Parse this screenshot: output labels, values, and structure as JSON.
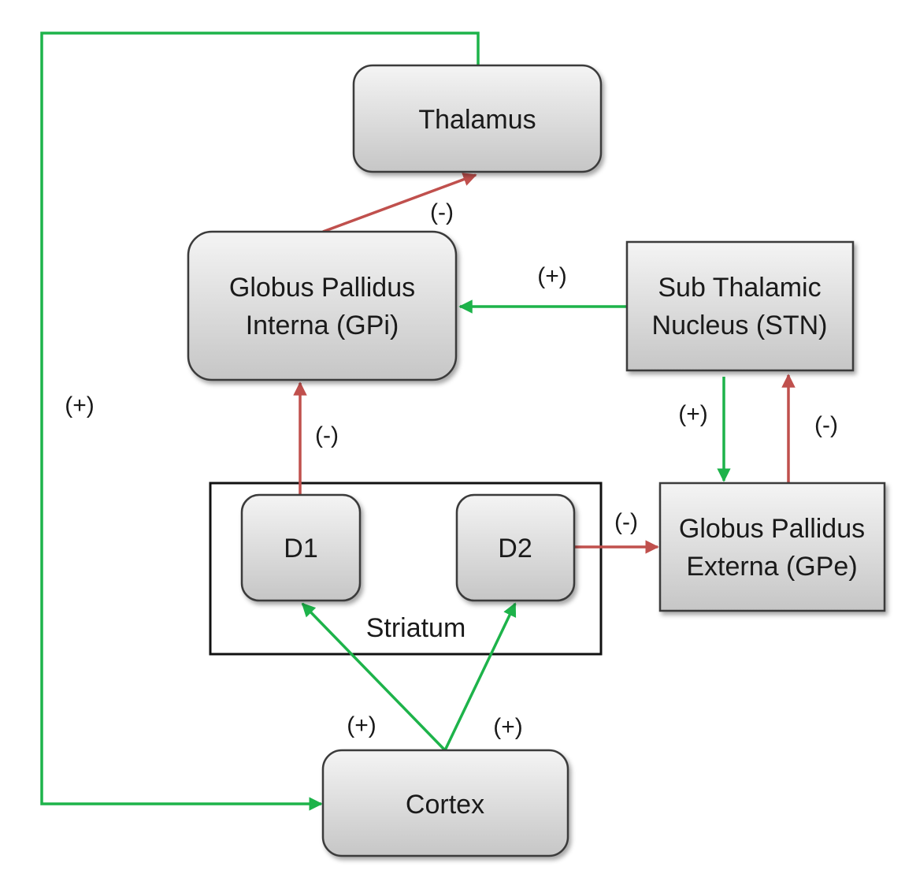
{
  "nodes": {
    "thalamus": "Thalamus",
    "gpi_line1": "Globus Pallidus",
    "gpi_line2": "Interna (GPi)",
    "stn_line1": "Sub Thalamic",
    "stn_line2": "Nucleus (STN)",
    "gpe_line1": "Globus Pallidus",
    "gpe_line2": "Externa (GPe)",
    "d1": "D1",
    "d2": "D2",
    "striatum": "Striatum",
    "cortex": "Cortex"
  },
  "edge_labels": {
    "gpi_to_thalamus": "(-)",
    "stn_to_gpi": "(+)",
    "cortex_to_thalamus_loop": "(+)",
    "d1_to_gpi": "(-)",
    "stn_to_gpe": "(+)",
    "gpe_to_stn": "(-)",
    "d2_to_gpe": "(-)",
    "cortex_to_d1": "(+)",
    "cortex_to_d2": "(+)"
  },
  "colors": {
    "excitatory": "#1db34a",
    "inhibitory": "#c0504d",
    "node_fill_top": "#f4f4f4",
    "node_fill_bottom": "#c8c8c8",
    "node_stroke": "#3a3a3a"
  }
}
